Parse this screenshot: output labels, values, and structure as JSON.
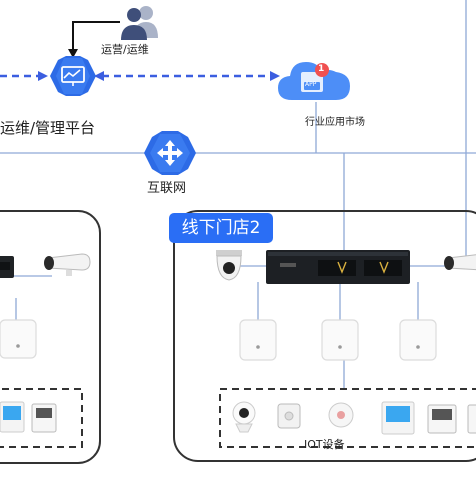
{
  "labels": {
    "ops_user": "运营/运维",
    "platform": "运维/管理平台",
    "app_market": "行业应用市场",
    "internet": "互联网",
    "store2": "线下门店2",
    "iot": "IOT设备",
    "badge": "1",
    "app_icon_text": "APP"
  },
  "colors": {
    "hub_blue": "#2d6be6",
    "cloud_blue": "#4d8ef7",
    "badge_red": "#f05050",
    "dash_blue": "#3b5ee0",
    "line_blue": "#8fa9d6",
    "box_border": "#333333",
    "store_title_bg": "#2a6ef5"
  },
  "icons": {
    "user": "users-icon",
    "platform": "monitor-hub-icon",
    "cloud": "cloud-app-icon",
    "internet": "network-hub-icon",
    "camera_bullet": "bullet-camera-icon",
    "camera_dome": "dome-camera-icon",
    "switch": "network-switch-icon",
    "access_point": "wireless-ap-icon",
    "iot_camera": "iot-camera-icon",
    "iot_sensor": "smoke-detector-icon",
    "iot_speaker": "smart-speaker-icon",
    "thermostat": "thermostat-icon"
  }
}
